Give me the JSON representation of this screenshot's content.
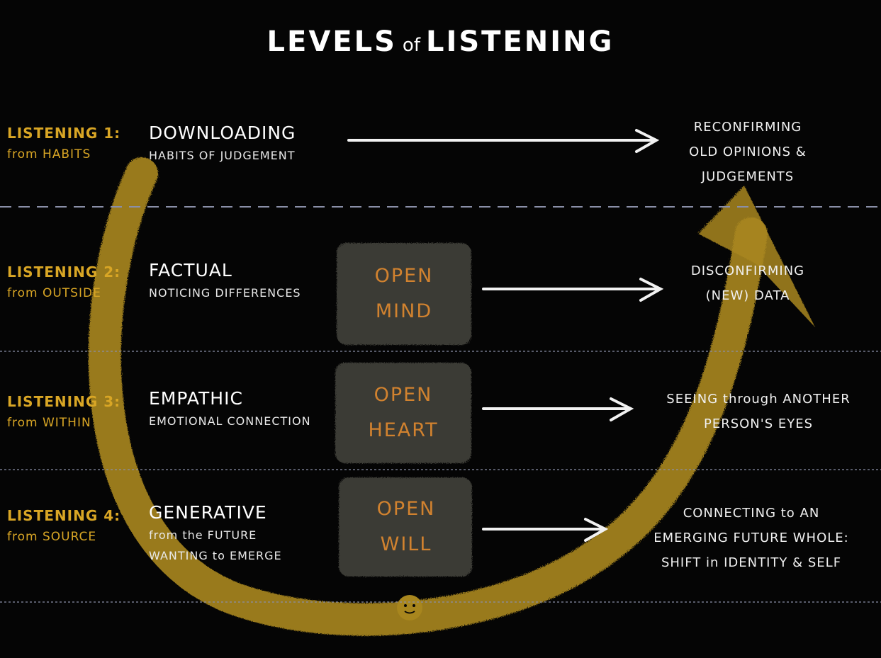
{
  "title": {
    "main_left": "LEVELS",
    "connector": "of",
    "main_right": "LISTENING"
  },
  "levels": [
    {
      "label": "LISTENING 1:",
      "source": "from HABITS",
      "mode": "DOWNLOADING",
      "description": "HABITS OF JUDGEMENT",
      "description_2": "",
      "outcome": [
        "RECONFIRMING",
        "OLD OPINIONS &",
        "JUDGEMENTS"
      ]
    },
    {
      "label": "LISTENING 2:",
      "source": "from OUTSIDE",
      "mode": "FACTUAL",
      "description": "NOTICING DIFFERENCES",
      "description_2": "",
      "outcome": [
        "DISCONFIRMING",
        "(NEW) DATA"
      ]
    },
    {
      "label": "LISTENING 3:",
      "source": "from WITHIN",
      "mode": "EMPATHIC",
      "description": "EMOTIONAL CONNECTION",
      "description_2": "",
      "outcome": [
        "SEEING through ANOTHER",
        "PERSON'S EYES"
      ]
    },
    {
      "label": "LISTENING 4:",
      "source": "from SOURCE",
      "mode": "GENERATIVE",
      "description": "from the FUTURE",
      "description_2": "WANTING to EMERGE",
      "outcome": [
        "CONNECTING to AN",
        "EMERGING FUTURE WHOLE:",
        "SHIFT in IDENTITY & SELF"
      ]
    }
  ],
  "openings": [
    {
      "line1": "OPEN",
      "line2": "MIND"
    },
    {
      "line1": "OPEN",
      "line2": "HEART"
    },
    {
      "line1": "OPEN",
      "line2": "WILL"
    }
  ],
  "colors": {
    "background": "#050505",
    "level_label": "#d9a625",
    "opening_text": "#d1822f",
    "u_curve": "#a8861e",
    "divider": "#8a8fa8",
    "text": "#f2f2f2"
  }
}
